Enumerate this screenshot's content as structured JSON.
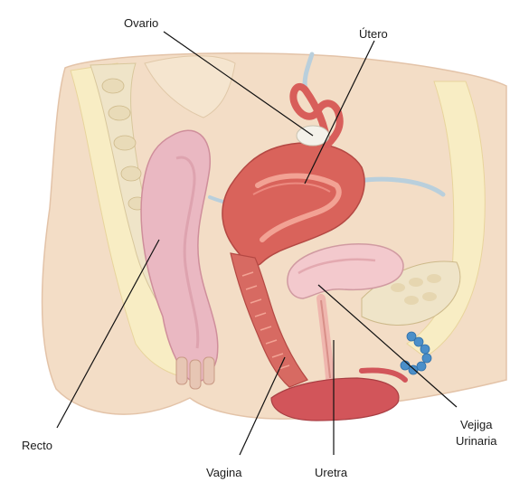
{
  "labels": {
    "ovario": "Ovario",
    "utero": "Útero",
    "recto": "Recto",
    "vagina": "Vagina",
    "uretra": "Uretra",
    "vejiga_line1": "Vejiga",
    "vejiga_line2": "Urinaria"
  },
  "colors": {
    "background": "#ffffff",
    "skin": "#f3ddc6",
    "tissue_cream": "#f8edc4",
    "bone": "#efe4c8",
    "rectum": "#eab8c2",
    "uterus": "#d9635b",
    "uterus_inner": "#f2a294",
    "vagina": "#d76a62",
    "bladder": "#f3c9cd",
    "ovary": "#f4f1ea",
    "tube": "#d85e5a",
    "vessel": "#b9cfdc",
    "sphincter": "#4b8fc9",
    "leader": "#111111"
  }
}
